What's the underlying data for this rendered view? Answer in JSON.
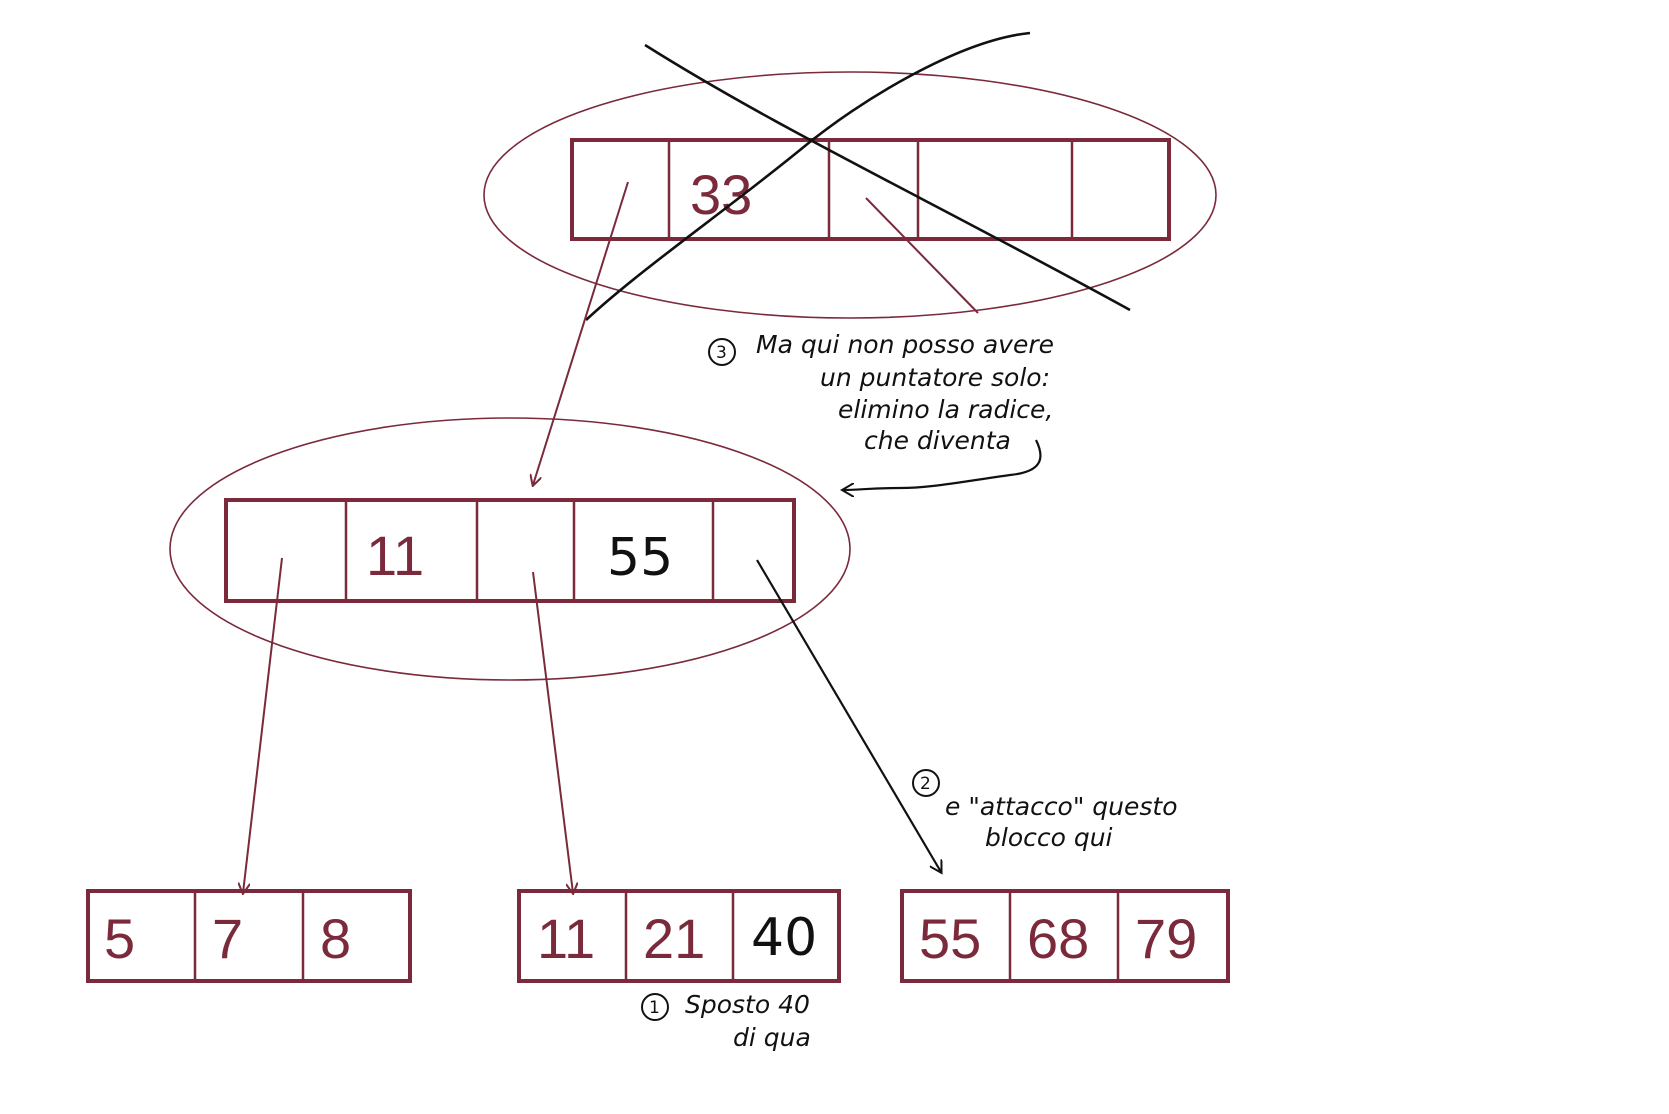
{
  "colors": {
    "node": "#7a2a3a",
    "ink": "#111111"
  },
  "root_node": {
    "keys": [
      "",
      "33",
      "",
      "",
      ""
    ],
    "crossed_out": true
  },
  "internal_node": {
    "keys": [
      "",
      "11",
      "",
      "55",
      ""
    ]
  },
  "leaves": [
    {
      "keys": [
        "5",
        "7",
        "8",
        ""
      ]
    },
    {
      "keys": [
        "11",
        "21",
        "40"
      ]
    },
    {
      "keys": [
        "55",
        "68",
        "79"
      ]
    }
  ],
  "notes": {
    "note1": {
      "num": "1",
      "lines": [
        "Sposto 40",
        "di qua"
      ]
    },
    "note2": {
      "num": "2",
      "lines": [
        "e \"attacco\" questo",
        "blocco qui"
      ]
    },
    "note3": {
      "num": "3",
      "lines": [
        "Ma qui non posso avere",
        "un puntatore solo:",
        "elimino la radice,",
        "che diventa"
      ]
    }
  }
}
